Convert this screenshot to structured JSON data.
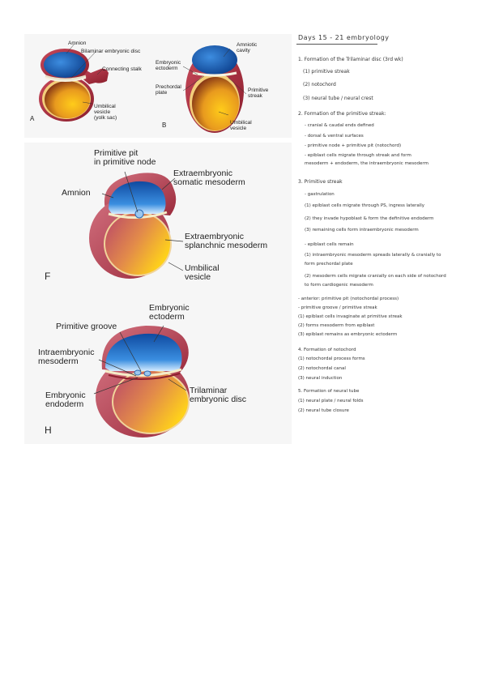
{
  "figure_top": {
    "panel_a": {
      "letter": "A",
      "labels": {
        "amnion": "Amnion",
        "bilaminar": "Bilaminar embryonic disc",
        "connecting_stalk": "Connecting stalk",
        "umbilical": "Umbilical\nvesicle\n(yolk sac)"
      }
    },
    "panel_b": {
      "letter": "B",
      "labels": {
        "amniotic_cavity": "Amniotic\ncavity",
        "embryonic_ectoderm": "Embryonic\nectoderm",
        "prechordal_plate": "Prechordal\nplate",
        "primitive_streak": "Primitive\nstreak",
        "umbilical_vesicle": "Umbilical\nvesicle"
      }
    }
  },
  "figure_f": {
    "letter": "F",
    "labels": {
      "primitive_pit": "Primitive pit\nin primitive node",
      "amnion": "Amnion",
      "extra_somatic": "Extraembryonic\nsomatic mesoderm",
      "extra_splanchnic": "Extraembryonic\nsplanchnic mesoderm",
      "umbilical_vesicle": "Umbilical\nvesicle"
    }
  },
  "figure_h": {
    "letter": "H",
    "labels": {
      "embryonic_ectoderm": "Embryonic\nectoderm",
      "primitive_groove": "Primitive groove",
      "intraembryonic_mesoderm": "Intraembryonic\nmesoderm",
      "embryonic_endoderm": "Embryonic\nendoderm",
      "trilaminar": "Trilaminar\nembryonic disc"
    }
  },
  "notes": {
    "lines": [
      "Days 15 - 21 embryology",
      "1. Formation of the Trilaminar disc (3rd wk)",
      "(1) primitive streak",
      "(2) notochord",
      "(3) neural tube / neural crest",
      "2. Formation of the primitive streak:",
      "- cranial & caudal ends defined",
      "- dorsal & ventral surfaces",
      "- primitive node + primitive pit (notochord)",
      "- epiblast cells migrate through streak and form",
      "  mesoderm + endoderm, the intraembryonic mesoderm",
      "3. Primitive streak",
      "- gastrulation",
      "(1) epiblast cells migrate through PS, ingress laterally",
      "(2) they invade hypoblast & form the definitive endoderm",
      "(3) remaining cells form intraembryonic mesoderm",
      "- epiblast cells remain",
      "(1) intraembryonic mesoderm spreads laterally & cranially to",
      "    form prechordal plate",
      "(2) mesoderm cells migrate cranially on each side of notochord",
      "    to form cardiogenic mesoderm",
      "- anterior: primitive pit (notochordal process)",
      "- primitive groove / primitive streak",
      "(1) epiblast cells invaginate at primitive streak",
      "(2) forms mesoderm from epiblast",
      "(3) epiblast remains as embryonic ectoderm",
      "4. Formation of notochord",
      "(1) notochordal process forms",
      "(2) notochordal canal",
      "(3) neural induction",
      "5. Formation of neural tube",
      "(1) neural plate / neural folds",
      "(2) neural tube closure"
    ]
  }
}
